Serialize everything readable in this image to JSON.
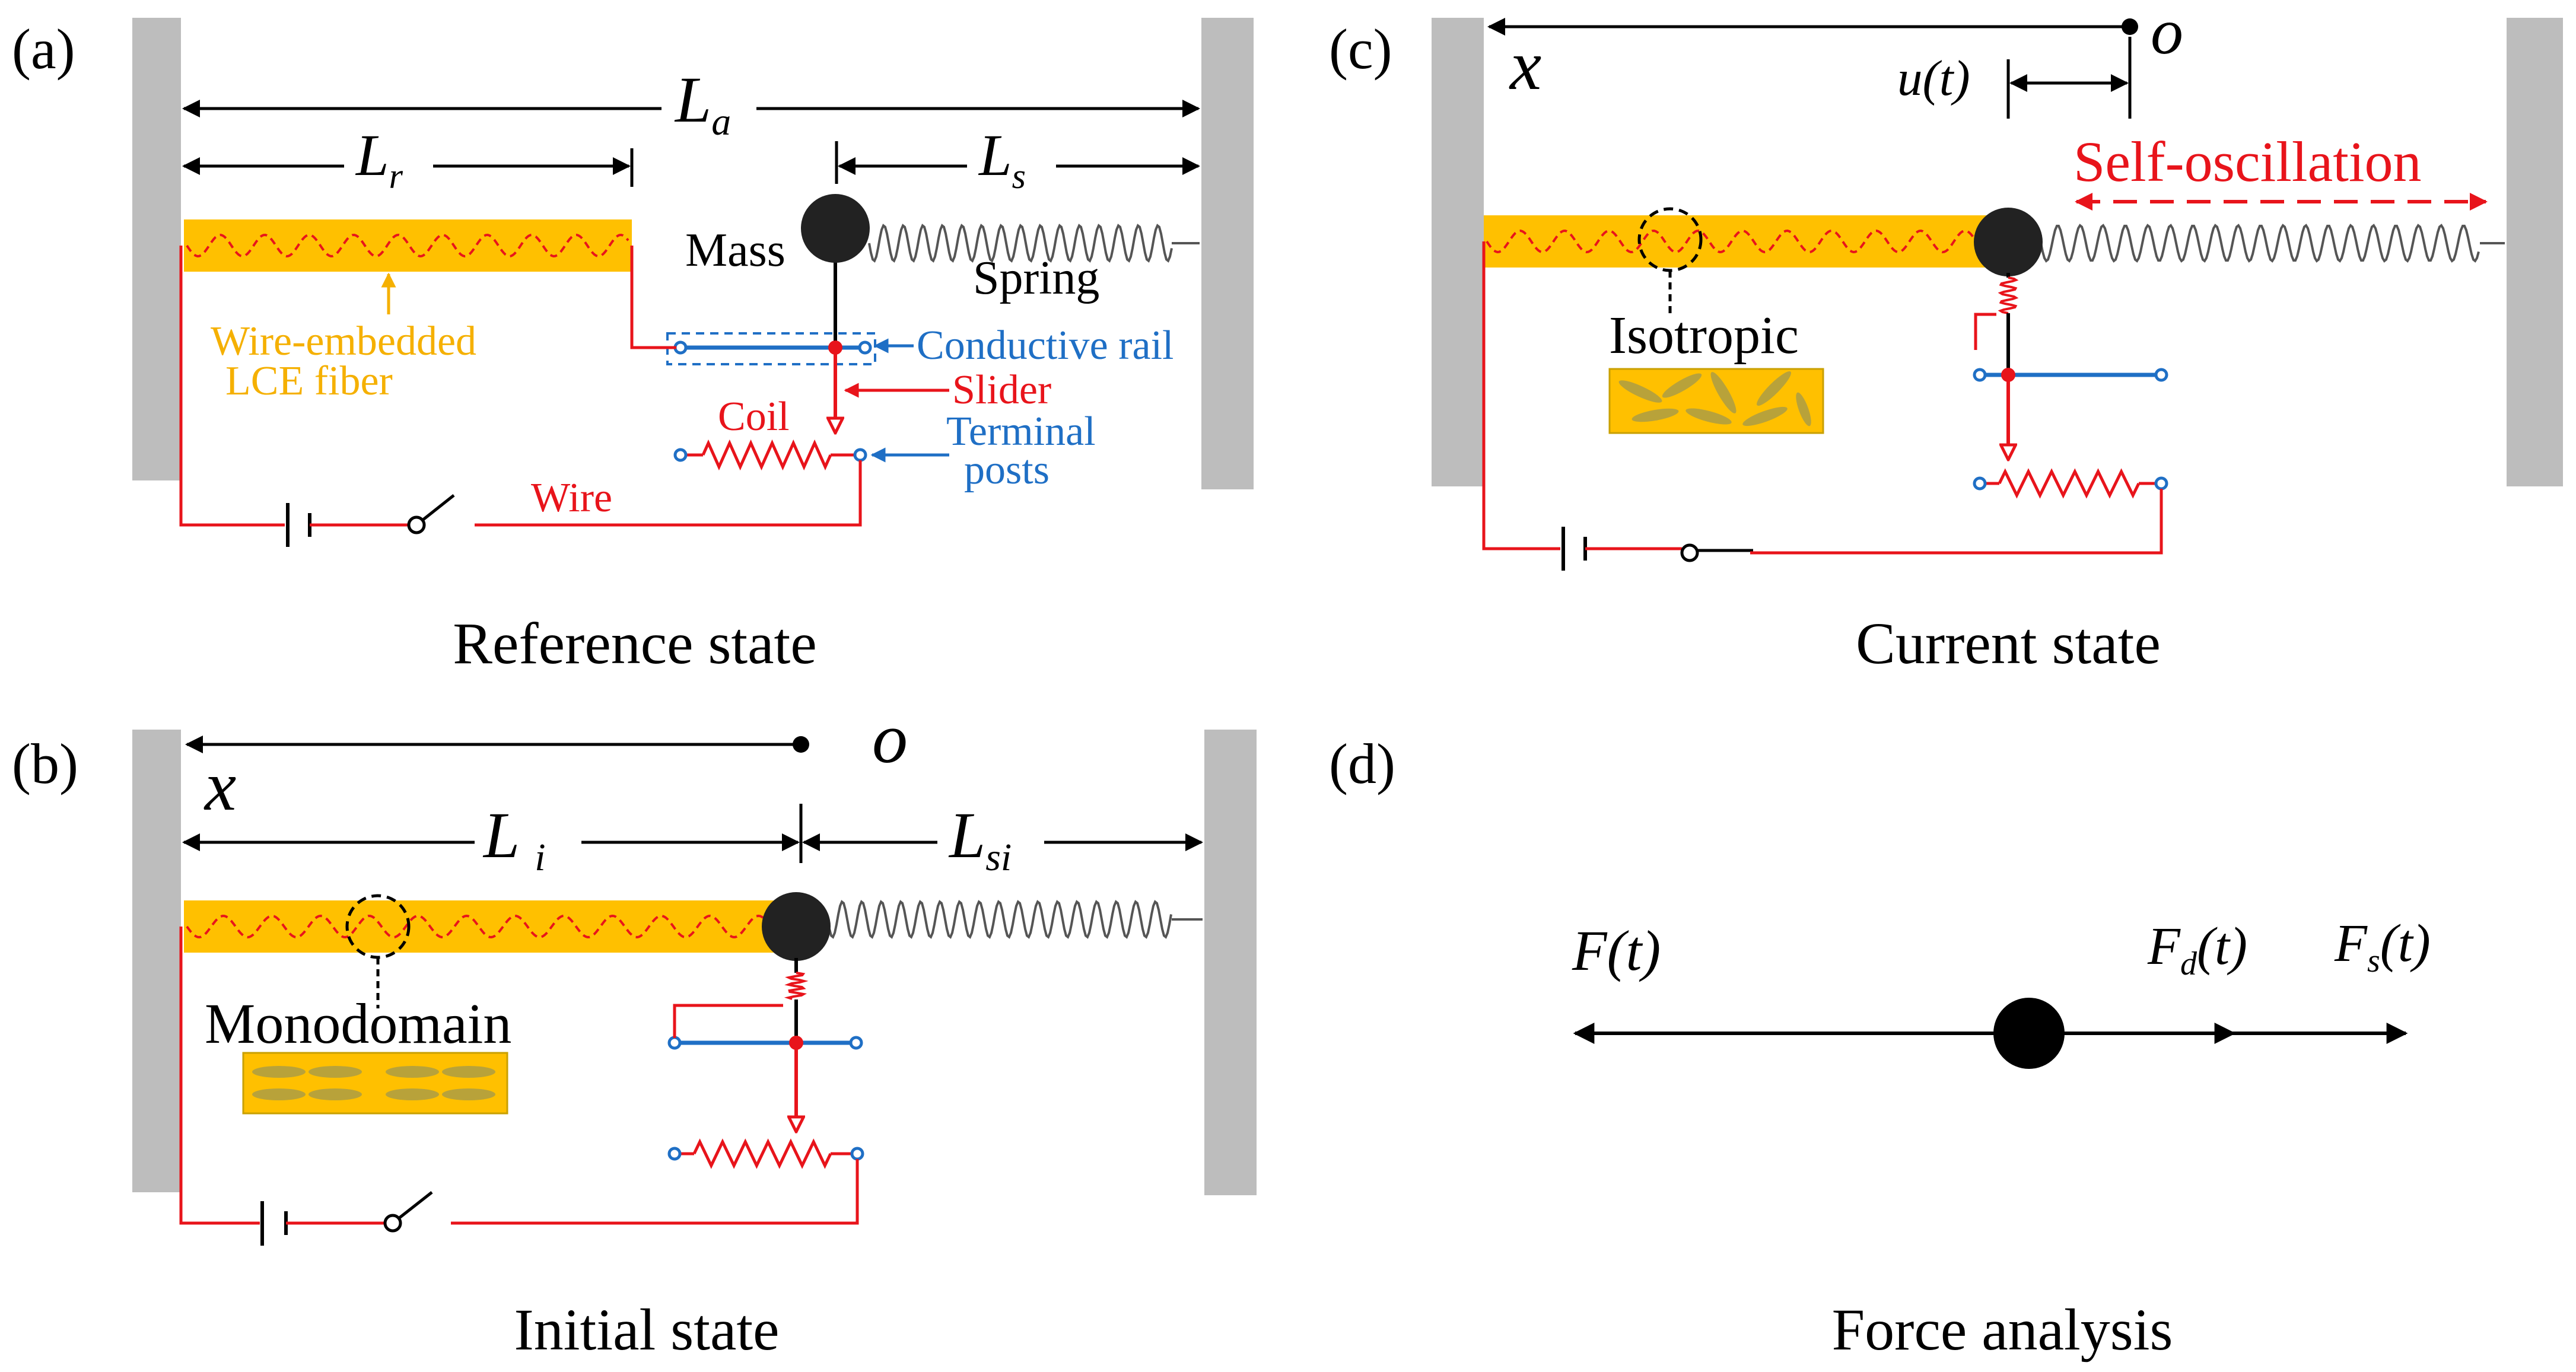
{
  "colors": {
    "wall": "#bdbdbd",
    "fiber": "#ffc000",
    "fiber_edge": "#e6a800",
    "red": "#e8141b",
    "blue": "#1f6fc5",
    "black": "#000000",
    "orange_label": "#f5b000",
    "mesogen": "#b8a23a"
  },
  "panel_a": {
    "tag": "(a)",
    "caption": "Reference state",
    "labels": {
      "la_sym": "L",
      "la_sub": "a",
      "lr_sym": "L",
      "lr_sub": "r",
      "ls_sym": "L",
      "ls_sub": "s",
      "mass": "Mass",
      "spring": "Spring",
      "fiber_line1": "Wire-embedded",
      "fiber_line2": "LCE fiber",
      "rail": "Conductive rail",
      "slider": "Slider",
      "coil": "Coil",
      "posts_line1": "Terminal",
      "posts_line2": "posts",
      "wire": "Wire"
    }
  },
  "panel_b": {
    "tag": "(b)",
    "caption": "Initial state",
    "labels": {
      "x": "x",
      "o": "o",
      "li_sym": "L",
      "li_sub": "i",
      "lsi_sym": "L",
      "lsi_sub": "si",
      "phase": "Monodomain"
    }
  },
  "panel_c": {
    "tag": "(c)",
    "caption": "Current state",
    "labels": {
      "x": "x",
      "o": "o",
      "u": "u(t)",
      "self_osc": "Self-oscillation",
      "phase": "Isotropic"
    }
  },
  "panel_d": {
    "tag": "(d)",
    "caption": "Force analysis",
    "labels": {
      "f_sym": "F",
      "f_arg": "(t)",
      "fd_sym": "F",
      "fd_sub": "d",
      "fd_arg": "(t)",
      "fs_sym": "F",
      "fs_sub": "s",
      "fs_arg": "(t)"
    }
  }
}
